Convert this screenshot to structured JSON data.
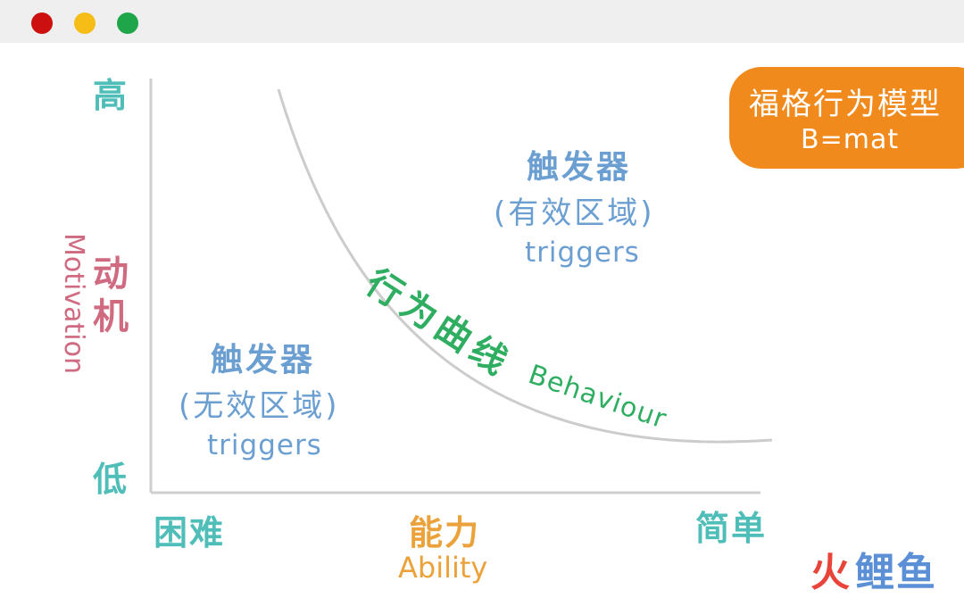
{
  "window": {
    "buttons": [
      {
        "name": "close",
        "color": "#cc1010"
      },
      {
        "name": "minimize",
        "color": "#f6bd16"
      },
      {
        "name": "maximize",
        "color": "#1fa54a"
      }
    ]
  },
  "badge": {
    "title": "福格行为模型",
    "formula": "B=mat",
    "color": "#f08a1c"
  },
  "y_axis": {
    "high": "高",
    "low": "低",
    "label_cn": "动机",
    "label_en": "Motivation"
  },
  "x_axis": {
    "left": "困难",
    "right": "简单",
    "label_cn": "能力",
    "label_en": "Ability"
  },
  "regions": {
    "below": {
      "title": "触发器",
      "subtitle": "(无效区域)",
      "en": "triggers"
    },
    "above": {
      "title": "触发器",
      "subtitle": "(有效区域)",
      "en": "triggers"
    }
  },
  "curve": {
    "label_cn": "行为曲线",
    "label_en": "Behaviour"
  },
  "colors": {
    "axis_cyan": "#4fbdb8",
    "motivation_pink": "#cf6a80",
    "ability_orange": "#eba23a",
    "trigger_blue": "#6b9fd2",
    "curve_green": "#2fae62",
    "curve_line": "#cccccc",
    "axis_line": "#cfcfcf"
  },
  "watermark": {
    "fire": "火",
    "rest": "鲤鱼"
  }
}
